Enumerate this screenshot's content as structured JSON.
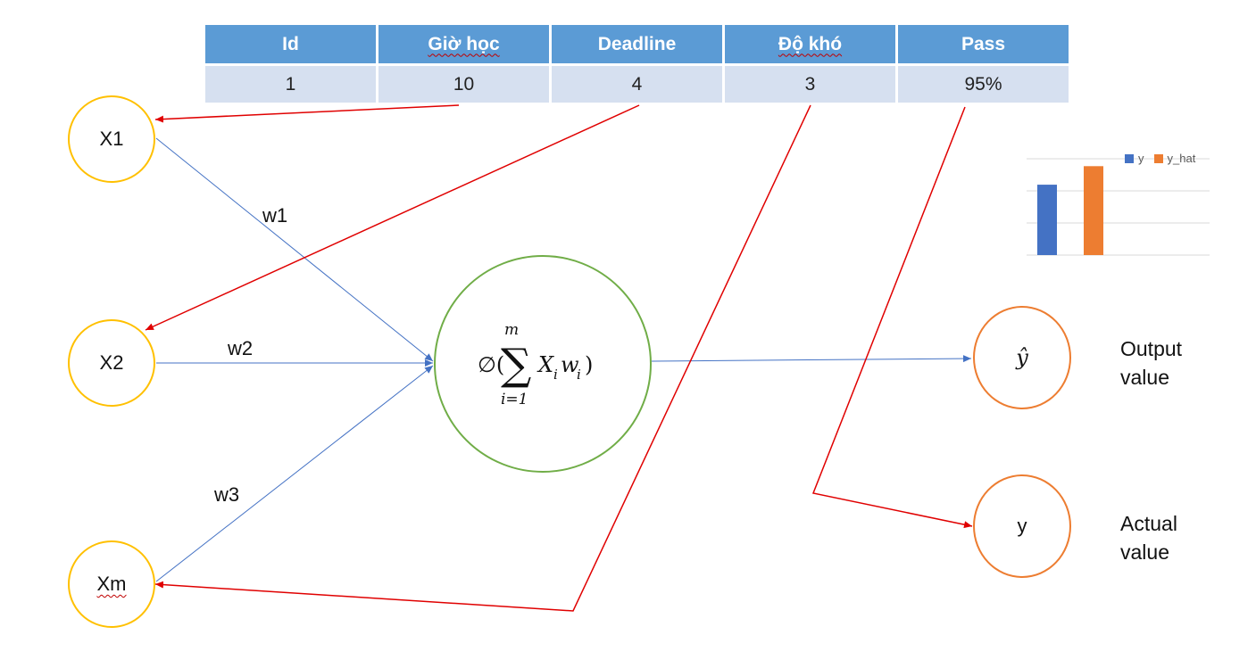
{
  "table": {
    "headers": [
      "Id",
      "Giờ học",
      "Deadline",
      "Độ khó",
      "Pass"
    ],
    "row": [
      "1",
      "10",
      "4",
      "3",
      "95%"
    ]
  },
  "inputs": {
    "x1": "X1",
    "x2": "X2",
    "xm": "Xm"
  },
  "weights": {
    "w1": "w1",
    "w2": "w2",
    "w3": "w3"
  },
  "neuron": {
    "phi": "∅(",
    "sum": "∑",
    "upper": "m",
    "lower": "i=1",
    "terms": "X",
    "sub_i": "i",
    "w": "w",
    "sub_i2": "i",
    "close": ")"
  },
  "outputs": {
    "y_hat": "ŷ",
    "y": "y",
    "output_caption": [
      "Output",
      "value"
    ],
    "actual_caption": [
      "Actual",
      "value"
    ]
  },
  "chart_data": {
    "type": "bar",
    "categories": [
      ""
    ],
    "series": [
      {
        "name": "y",
        "values": [
          0.95
        ]
      },
      {
        "name": "y_hat",
        "values": [
          1.2
        ]
      }
    ],
    "ylim": [
      0,
      1.3
    ],
    "grid": true,
    "legend": "top-right"
  },
  "colors": {
    "header_bg": "#5b9bd5",
    "row_bg": "#d6e0f0",
    "input_node": "#ffc000",
    "neuron_node": "#70ad47",
    "output_node": "#ed7d31",
    "weight_edge": "#4472c4",
    "mapping_edge": "#e00000",
    "series_y": "#4472c4",
    "series_y_hat": "#ed7d31"
  }
}
